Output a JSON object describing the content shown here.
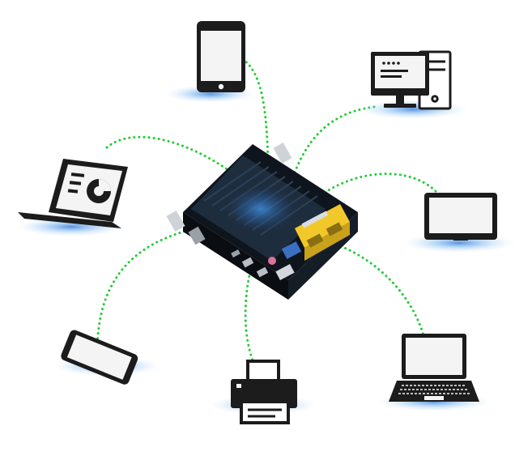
{
  "colors": {
    "link": "#22cc33",
    "device_dark": "#1c1c1c",
    "screen": "#f4f4f4",
    "glow": "#3b8fe6",
    "board": "#121a22",
    "heatsink": "#1e2d3e",
    "ethernet": "#f2c72a"
  },
  "devices": [
    {
      "id": "tablet",
      "icon": "tablet-icon"
    },
    {
      "id": "desktop",
      "icon": "desktop-computer-icon"
    },
    {
      "id": "laptop-chart",
      "icon": "laptop-chart-icon"
    },
    {
      "id": "monitor",
      "icon": "monitor-icon"
    },
    {
      "id": "phone",
      "icon": "smartphone-icon"
    },
    {
      "id": "printer",
      "icon": "printer-icon"
    },
    {
      "id": "laptop",
      "icon": "laptop-icon"
    }
  ],
  "hub": {
    "icon": "mini-pc-board-icon"
  }
}
